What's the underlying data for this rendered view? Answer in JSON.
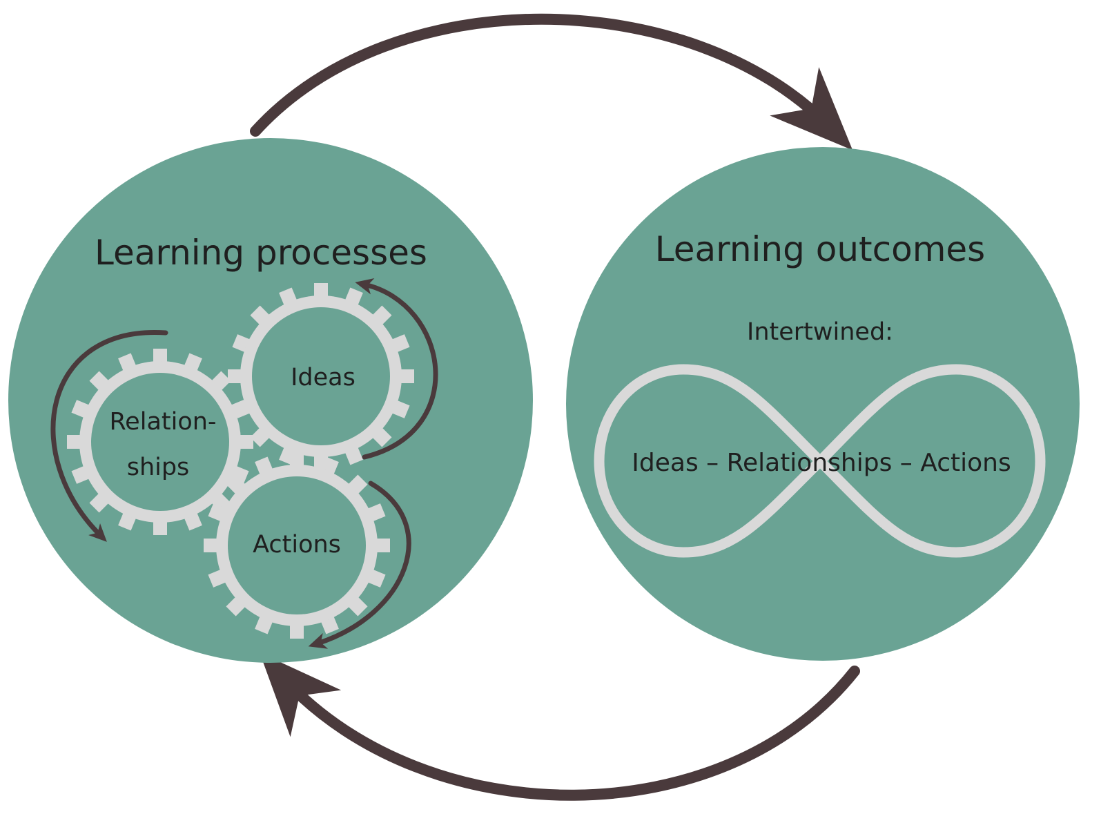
{
  "colors": {
    "circle_fill": "#6aa394",
    "gear_fill": "#d9d9d9",
    "arrow": "#4a3a3c",
    "text": "#1f1f1f"
  },
  "left_circle": {
    "title": "Learning processes",
    "gears": {
      "ideas": "Ideas",
      "relationships_line1": "Relation-",
      "relationships_line2": "ships",
      "actions": "Actions"
    }
  },
  "right_circle": {
    "title": "Learning outcomes",
    "subtitle": "Intertwined:",
    "infinity_label": "Ideas – Relationships – Actions"
  },
  "icons": {
    "gear": "gear-icon",
    "infinity": "infinity-icon",
    "cycle_arrow": "curved-arrow-icon"
  }
}
